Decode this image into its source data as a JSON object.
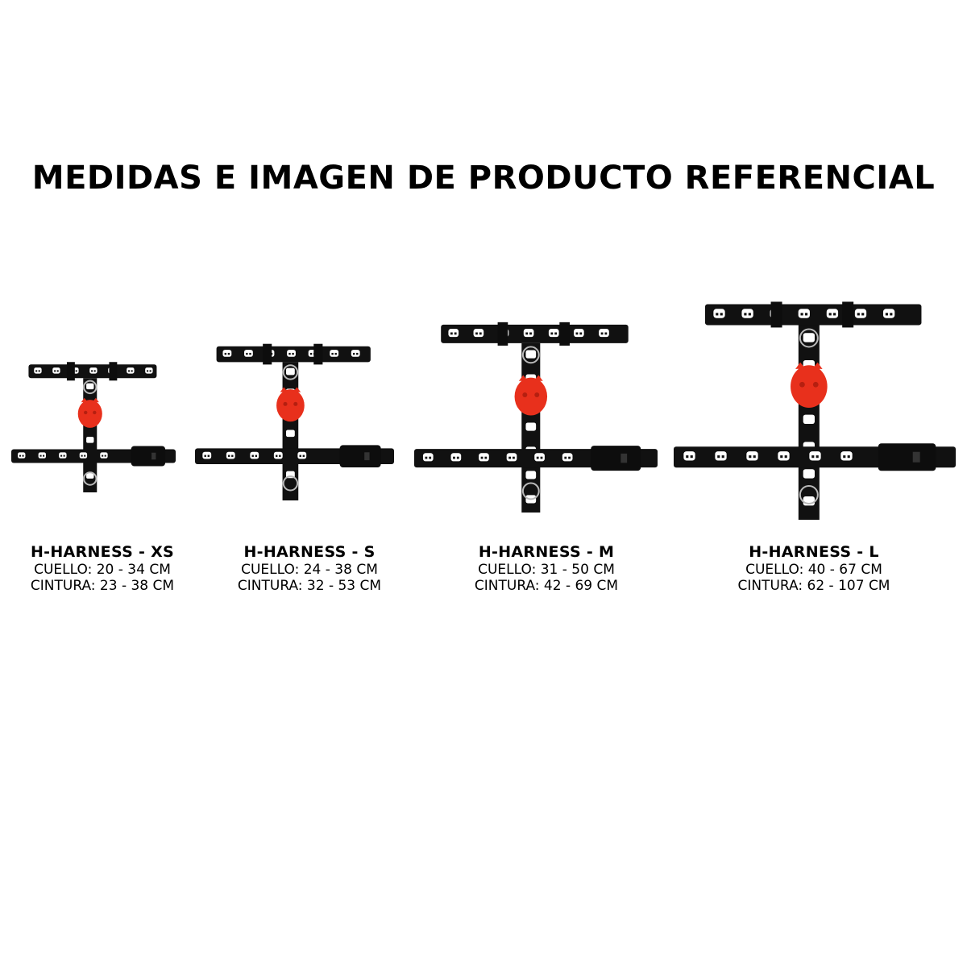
{
  "title": "MEDIDAS E IMAGEN DE PRODUCTO REFERENCIAL",
  "colors": {
    "strap": "#111111",
    "pattern": "#ffffff",
    "tag": "#e8301c",
    "buckle": "#0d0d0d",
    "ring": "#b9b9b9"
  },
  "products": [
    {
      "name": "H-HARNESS - XS",
      "neck": "CUELLO: 20 - 34 CM",
      "waist": "CINTURA: 23 - 38 CM"
    },
    {
      "name": "H-HARNESS - S",
      "neck": "CUELLO: 24 - 38 CM",
      "waist": "CINTURA: 32 - 53 CM"
    },
    {
      "name": "H-HARNESS - M",
      "neck": "CUELLO: 31 - 50 CM",
      "waist": "CINTURA: 42 - 69 CM"
    },
    {
      "name": "H-HARNESS - L",
      "neck": "CUELLO: 40 - 67 CM",
      "waist": "CINTURA: 62 -  107 CM"
    }
  ],
  "harness_icon": "dog-harness-illustration",
  "tag_icon": "red-skull-tag-icon"
}
